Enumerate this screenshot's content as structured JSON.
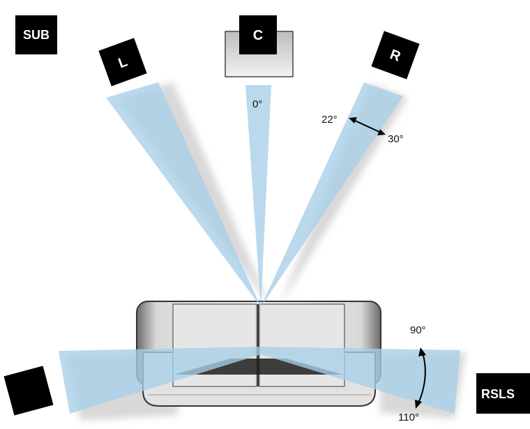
{
  "speakers": {
    "sub": {
      "label": "SUB"
    },
    "left": {
      "label": "L"
    },
    "center": {
      "label": "C"
    },
    "right": {
      "label": "R"
    },
    "left_surround": {
      "label": ""
    },
    "right_surround": {
      "label": "RSLS"
    }
  },
  "angles": {
    "center": "0°",
    "front_min": "22°",
    "front_max": "30°",
    "surround_min": "90°",
    "surround_max": "110°"
  },
  "colors": {
    "beam": "#a9cfe8",
    "speaker": "#000000",
    "shadow": "#cfcfcf"
  }
}
